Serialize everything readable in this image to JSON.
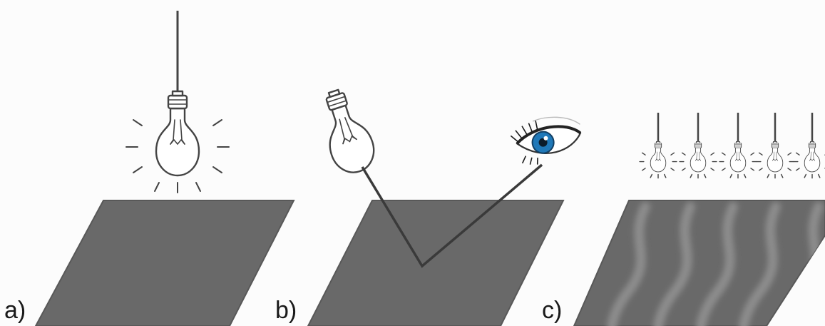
{
  "figure": {
    "panels": [
      {
        "id": "a",
        "label": "a)"
      },
      {
        "id": "b",
        "label": "b)"
      },
      {
        "id": "c",
        "label": "c)"
      }
    ],
    "icons": {
      "bulb": "light-bulb-icon",
      "eye": "eye-icon"
    },
    "colors": {
      "background": "#fcfcfc",
      "surface": "#696969",
      "stripe": "#8c8c8c",
      "outline": "#444444",
      "iris": "#1f78b8"
    },
    "panel_c": {
      "bulb_count": 5,
      "stripe_count": 5
    }
  }
}
